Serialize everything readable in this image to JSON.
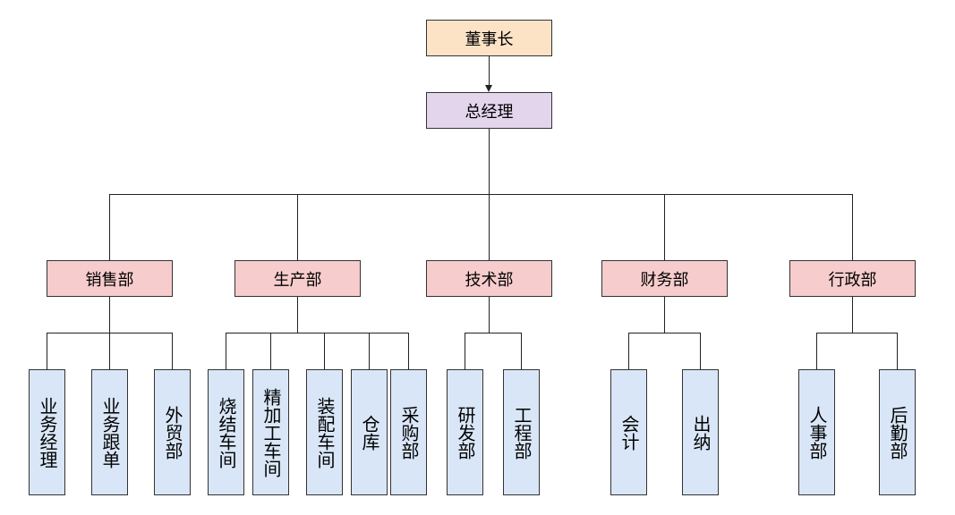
{
  "org": {
    "chairman": "董事长",
    "general_manager": "总经理",
    "departments": [
      {
        "name": "销售部",
        "units": [
          "业务经理",
          "业务跟单",
          "外贸部"
        ]
      },
      {
        "name": "生产部",
        "units": [
          "烧结车间",
          "精加工车间",
          "装配车间",
          "仓库",
          "采购部"
        ]
      },
      {
        "name": "技术部",
        "units": [
          "研发部",
          "工程部"
        ]
      },
      {
        "name": "财务部",
        "units": [
          "会计",
          "出纳"
        ]
      },
      {
        "name": "行政部",
        "units": [
          "人事部",
          "后勤部"
        ]
      }
    ]
  },
  "colors": {
    "chairman_fill": "#fde3c6",
    "general_manager_fill": "#e3d5ec",
    "department_fill": "#f7cccc",
    "unit_fill": "#d9e6f7",
    "line": "#222222"
  }
}
